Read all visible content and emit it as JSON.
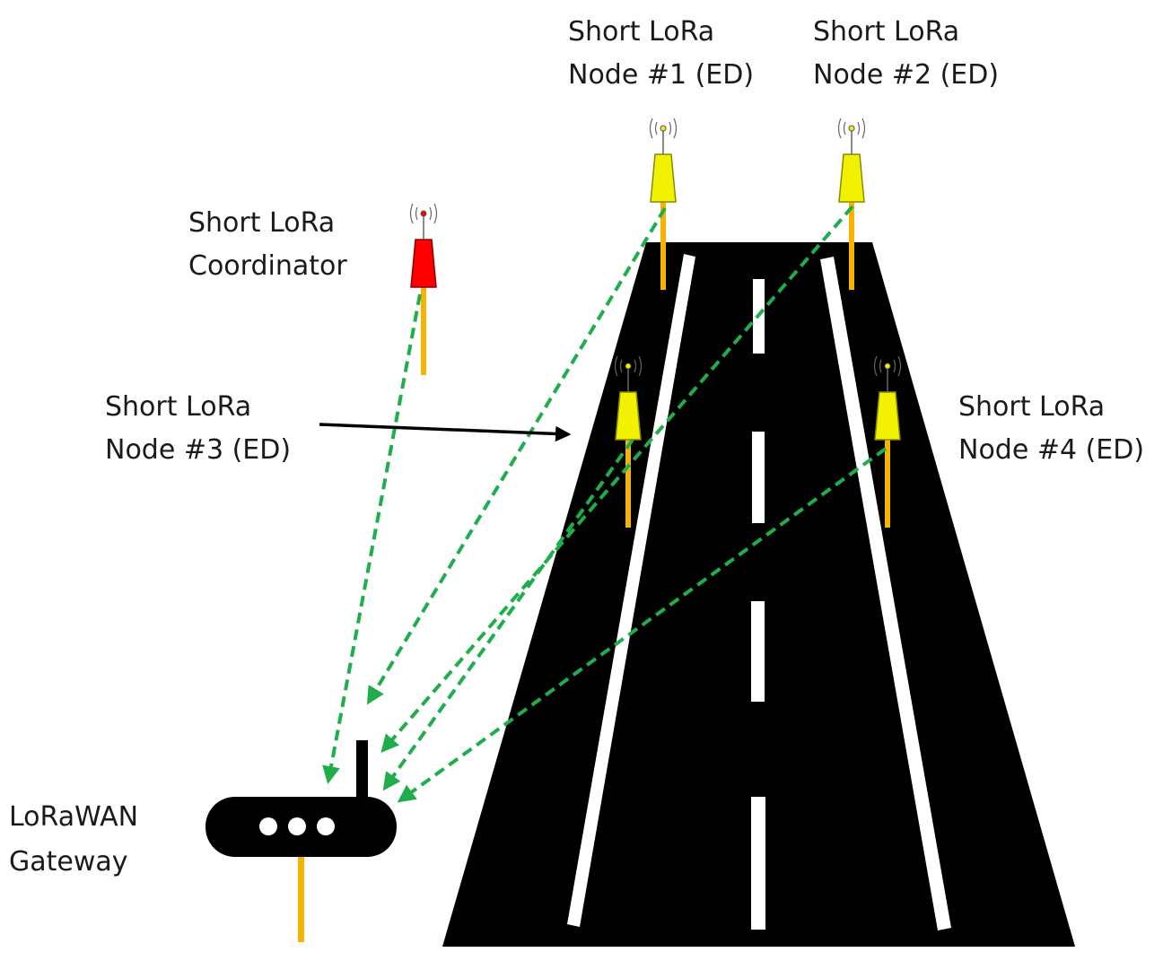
{
  "labels": {
    "node1_line1": "Short LoRa",
    "node1_line2": "Node #1 (ED)",
    "node2_line1": "Short LoRa",
    "node2_line2": "Node #2 (ED)",
    "coordinator_line1": "Short LoRa",
    "coordinator_line2": "Coordinator",
    "node3_line1": "Short LoRa",
    "node3_line2": "Node #3 (ED)",
    "node4_line1": "Short LoRa",
    "node4_line2": "Node #4 (ED)",
    "gateway_line1": "LoRaWAN",
    "gateway_line2": "Gateway"
  },
  "colors": {
    "road": "#000000",
    "lane_marking": "#ffffff",
    "pole": "#f5b400",
    "node_body": "#f2f200",
    "coordinator_body": "#ff0000",
    "link": "#1fae4b",
    "pointer_arrow": "#000000"
  },
  "icons": {
    "node": "antenna-tower-icon",
    "coordinator": "antenna-tower-icon",
    "gateway": "router-icon"
  }
}
